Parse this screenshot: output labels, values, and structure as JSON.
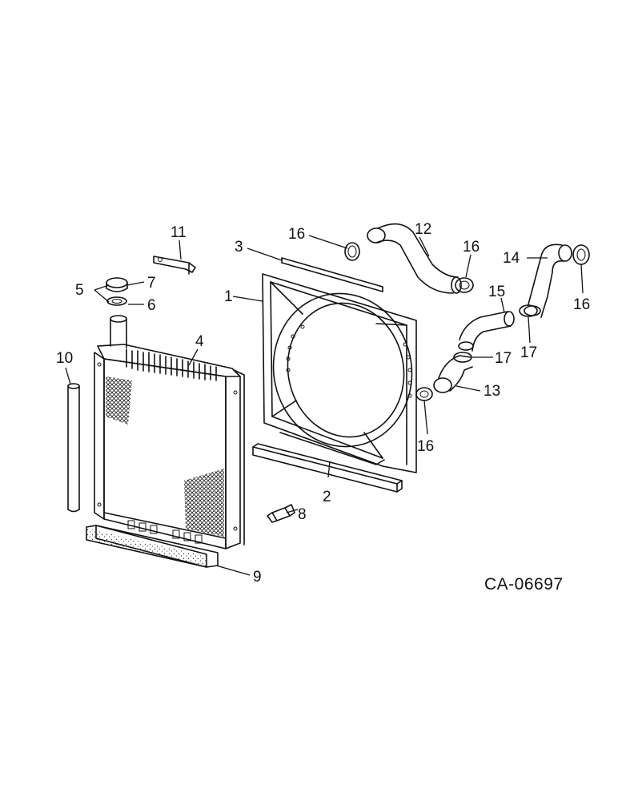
{
  "drawing_code": "CA-06697",
  "callouts": [
    {
      "id": "c1",
      "text": "1"
    },
    {
      "id": "c2",
      "text": "2"
    },
    {
      "id": "c3",
      "text": "3"
    },
    {
      "id": "c4",
      "text": "4"
    },
    {
      "id": "c5",
      "text": "5"
    },
    {
      "id": "c6",
      "text": "6"
    },
    {
      "id": "c7",
      "text": "7"
    },
    {
      "id": "c8",
      "text": "8"
    },
    {
      "id": "c9",
      "text": "9"
    },
    {
      "id": "c10",
      "text": "10"
    },
    {
      "id": "c11",
      "text": "11"
    },
    {
      "id": "c12",
      "text": "12"
    },
    {
      "id": "c13",
      "text": "13"
    },
    {
      "id": "c14",
      "text": "14"
    },
    {
      "id": "c15",
      "text": "15"
    },
    {
      "id": "c16a",
      "text": "16"
    },
    {
      "id": "c16b",
      "text": "16"
    },
    {
      "id": "c16c",
      "text": "16"
    },
    {
      "id": "c16d",
      "text": "16"
    },
    {
      "id": "c17a",
      "text": "17"
    },
    {
      "id": "c17b",
      "text": "17"
    }
  ]
}
